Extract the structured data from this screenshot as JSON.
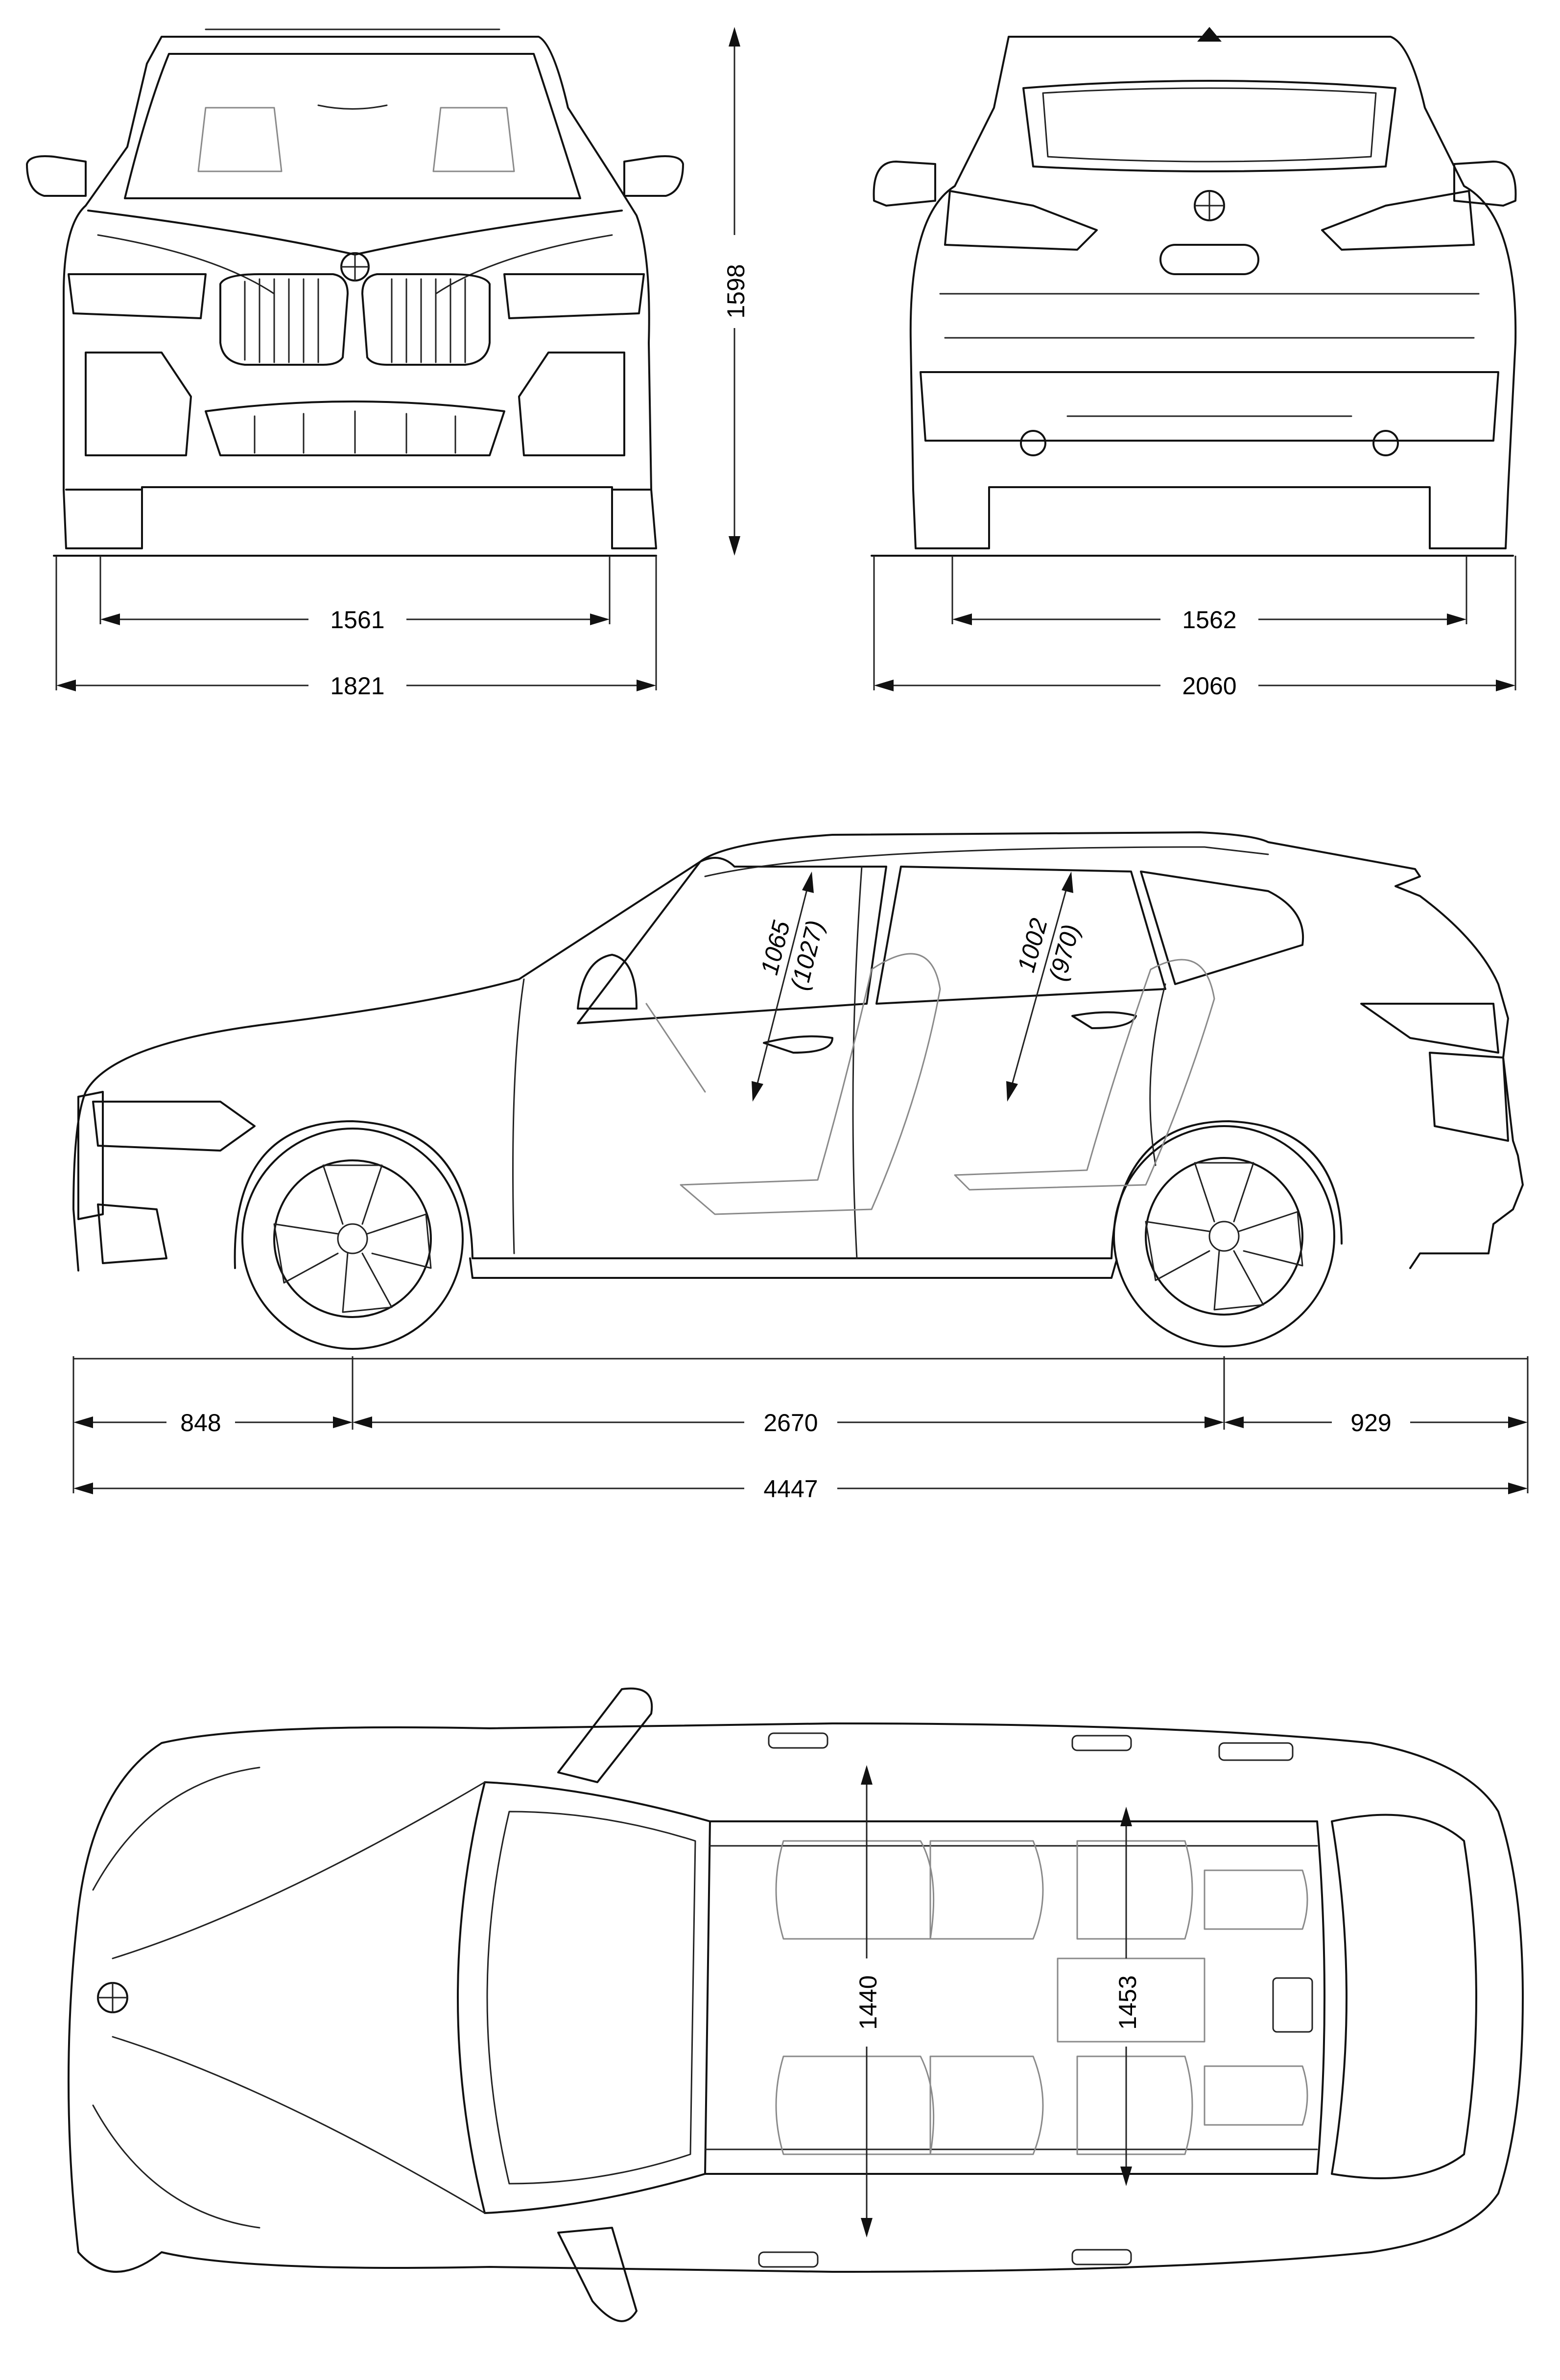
{
  "front_view": {
    "height": "1598",
    "front_track": "1561",
    "width": "1821"
  },
  "rear_view": {
    "rear_track": "1562",
    "width_with_mirrors": "2060"
  },
  "side_view": {
    "front_headroom": "1065",
    "front_headroom_alt": "(1027)",
    "rear_headroom": "1002",
    "rear_headroom_alt": "(970)",
    "front_overhang": "848",
    "wheelbase": "2670",
    "rear_overhang": "929",
    "length": "4447"
  },
  "top_view": {
    "front_shoulder_width": "1440",
    "rear_shoulder_width": "1453"
  }
}
